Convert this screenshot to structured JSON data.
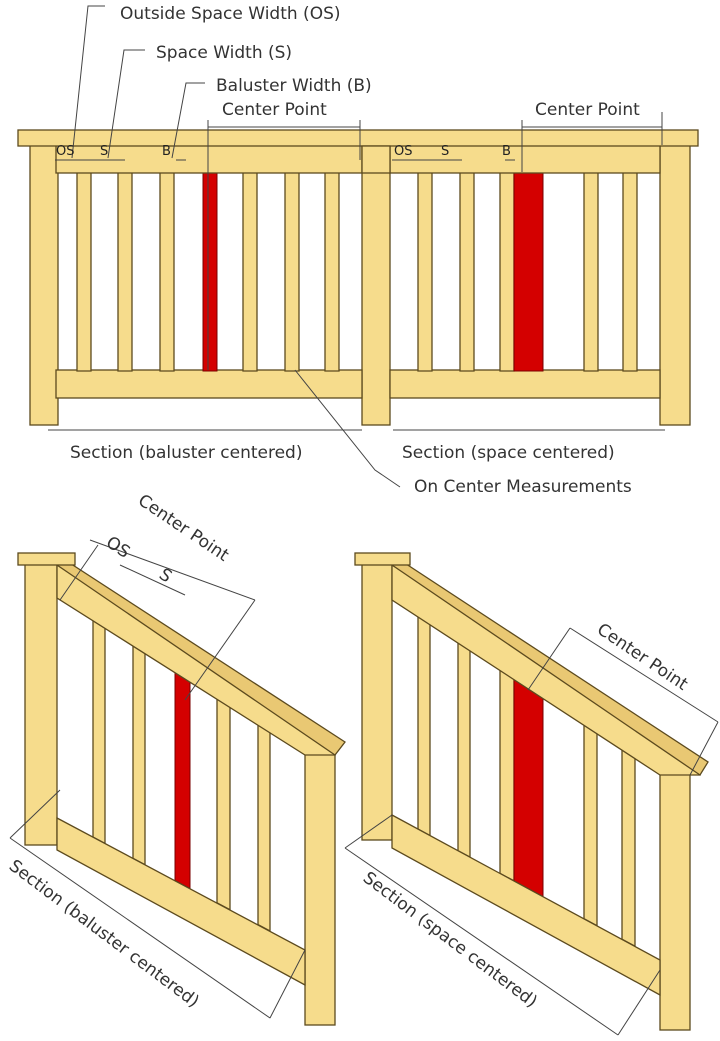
{
  "top_labels": {
    "outside_space_width": "Outside Space Width (OS)",
    "space_width": "Space Width (S)",
    "baluster_width": "Baluster Width (B)",
    "center_point_left": "Center Point",
    "center_point_right": "Center Point",
    "os_left": "OS",
    "s_left": "S",
    "b_left": "B",
    "os_right": "OS",
    "s_right": "S",
    "b_right": "B",
    "section_left": "Section (baluster centered)",
    "section_right": "Section (space centered)",
    "on_center": "On Center Measurements"
  },
  "stair_labels": {
    "center_point_left": "Center Point",
    "os": "OS",
    "s": "S",
    "section_left": "Section (baluster centered)",
    "center_point_right": "Center Point",
    "section_right": "Section (space centered)"
  },
  "colors": {
    "wood": "#f6dc8c",
    "highlight": "#d40000",
    "outline": "#5c4a1e"
  }
}
